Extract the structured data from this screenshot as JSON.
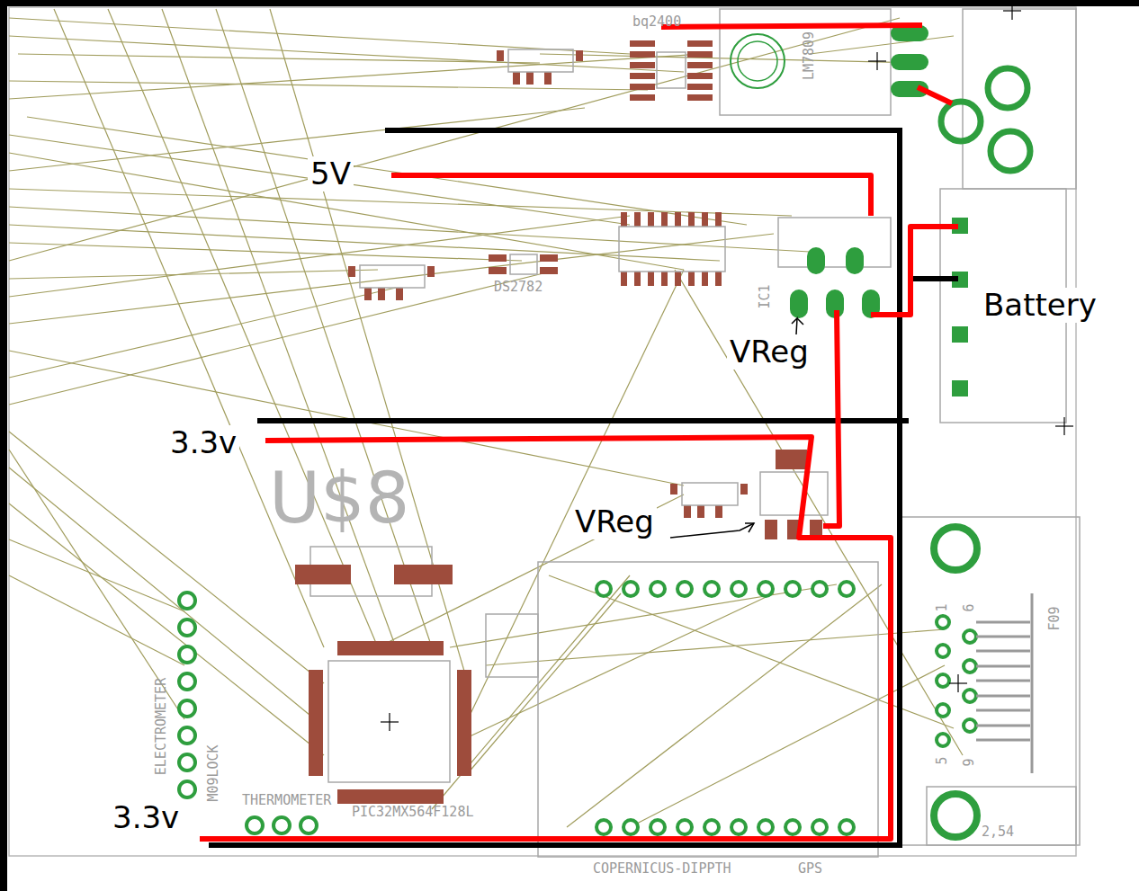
{
  "diagram": {
    "labels": [
      "bq2400",
      "LM7809",
      "5V",
      "Battery",
      "IC1",
      "VReg",
      "DS2782",
      "3.3v",
      "VReg",
      "U$8",
      "ELECTROMETER",
      "M09LOCK",
      "3.3v",
      "THERMOMETER",
      "PIC32MX564F128L",
      "COPERNICUS-DIPPTH",
      "GPS",
      "F09",
      "1",
      "6",
      "5",
      "9",
      "2,54"
    ]
  }
}
